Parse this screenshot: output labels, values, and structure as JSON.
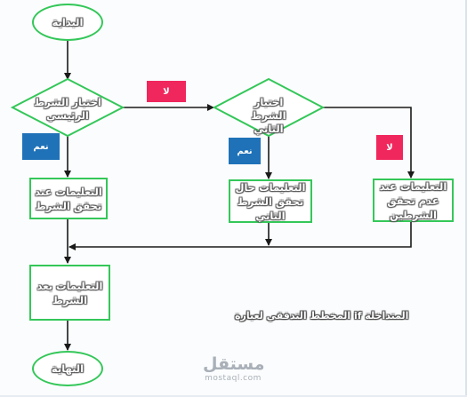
{
  "flowchart": {
    "start": "البداية",
    "end": "النهاية",
    "decision1": "اختبار الشرط الرئيسي",
    "decision2": "اختبار الشرط الثاني",
    "process_main_true": "التعليمات عند تحقق الشرط",
    "process_second_true": "التعليمات حال تحقق الشرط الثاني",
    "process_both_false": "التعليمات عند عدم تحقق الشرطين",
    "process_after": "التعليمات بعد الشرط",
    "label_no_1": "لا",
    "label_no_2": "لا",
    "label_yes_1": "نعم",
    "label_yes_2": "نعم",
    "caption": "المخطط التدفقي لعبارة if المتداخلة"
  },
  "watermark": {
    "arabic": "مستقل",
    "latin": "mostaql.com"
  },
  "colors": {
    "shape_border": "#34c759",
    "no_badge": "#f0275d",
    "yes_badge": "#1f72b8",
    "line": "#1a1a1a"
  }
}
